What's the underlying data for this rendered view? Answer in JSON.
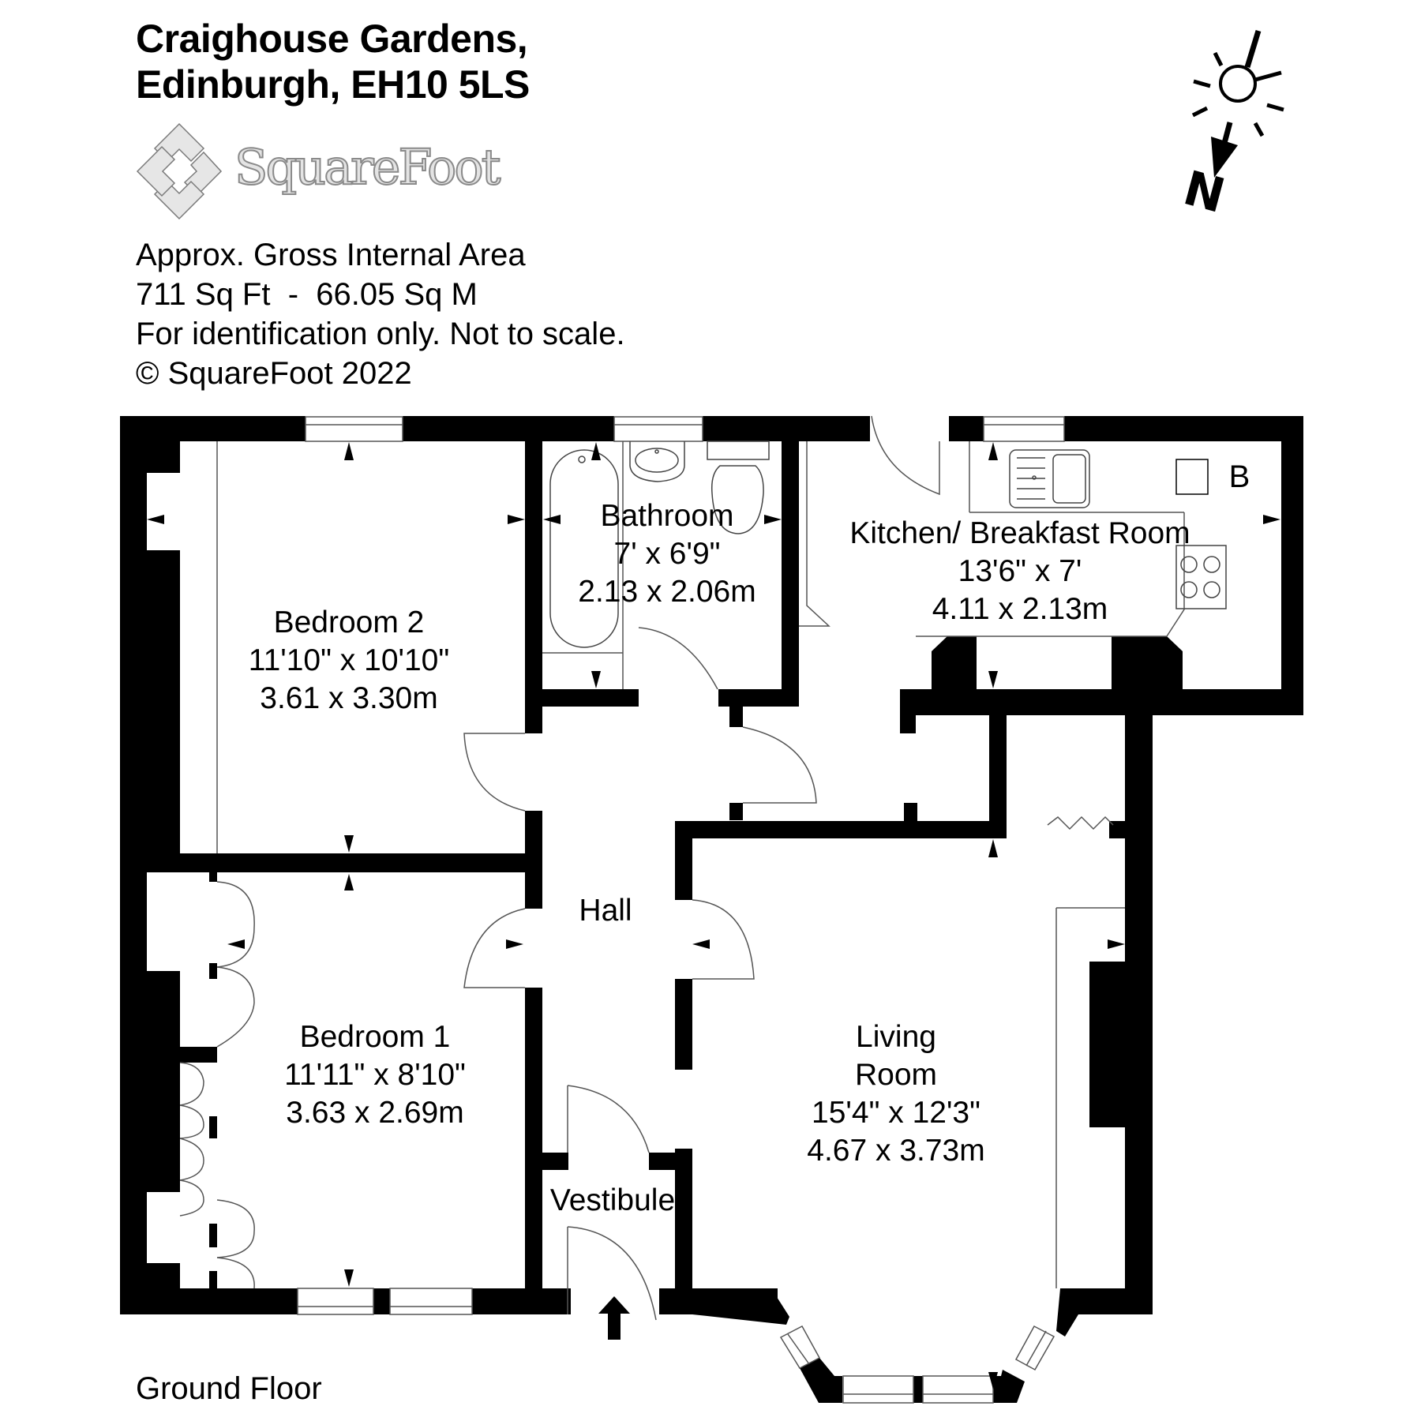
{
  "header": {
    "title_line1": "Craighouse Gardens,",
    "title_line2": "Edinburgh, EH10 5LS"
  },
  "logo": {
    "icon": "squarefoot-diamond-logo-icon",
    "text": "SquareFoot"
  },
  "info": {
    "line1": "Approx. Gross Internal Area",
    "line2": "711 Sq Ft  -  66.05 Sq M",
    "line3": "For identification only. Not to scale.",
    "line4": "© SquareFoot 2022"
  },
  "compass": {
    "icon": "sun-north-arrow-icon",
    "label": "N"
  },
  "rooms": [
    {
      "name": "Bedroom 2",
      "imperial": "11'10\" x 10'10\"",
      "metric": "3.61 x 3.30m"
    },
    {
      "name": "Bathroom",
      "imperial": "7' x 6'9\"",
      "metric": "2.13 x 2.06m"
    },
    {
      "name": "Kitchen/ Breakfast Room",
      "imperial": "13'6\" x 7'",
      "metric": "4.11 x 2.13m"
    },
    {
      "name": "Hall"
    },
    {
      "name": "Bedroom 1",
      "imperial": "11'11\" x 8'10\"",
      "metric": "3.63 x 2.69m"
    },
    {
      "name_line1": "Living",
      "name_line2": "Room",
      "imperial": "15'4\" x 12'3\"",
      "metric": "4.67 x 3.73m"
    },
    {
      "name": "Vestibule"
    }
  ],
  "fixtures": {
    "boiler_label": "B"
  },
  "footer": {
    "floor_label": "Ground Floor"
  },
  "colors": {
    "wall": "#000000",
    "line": "#555555",
    "background": "#ffffff"
  }
}
